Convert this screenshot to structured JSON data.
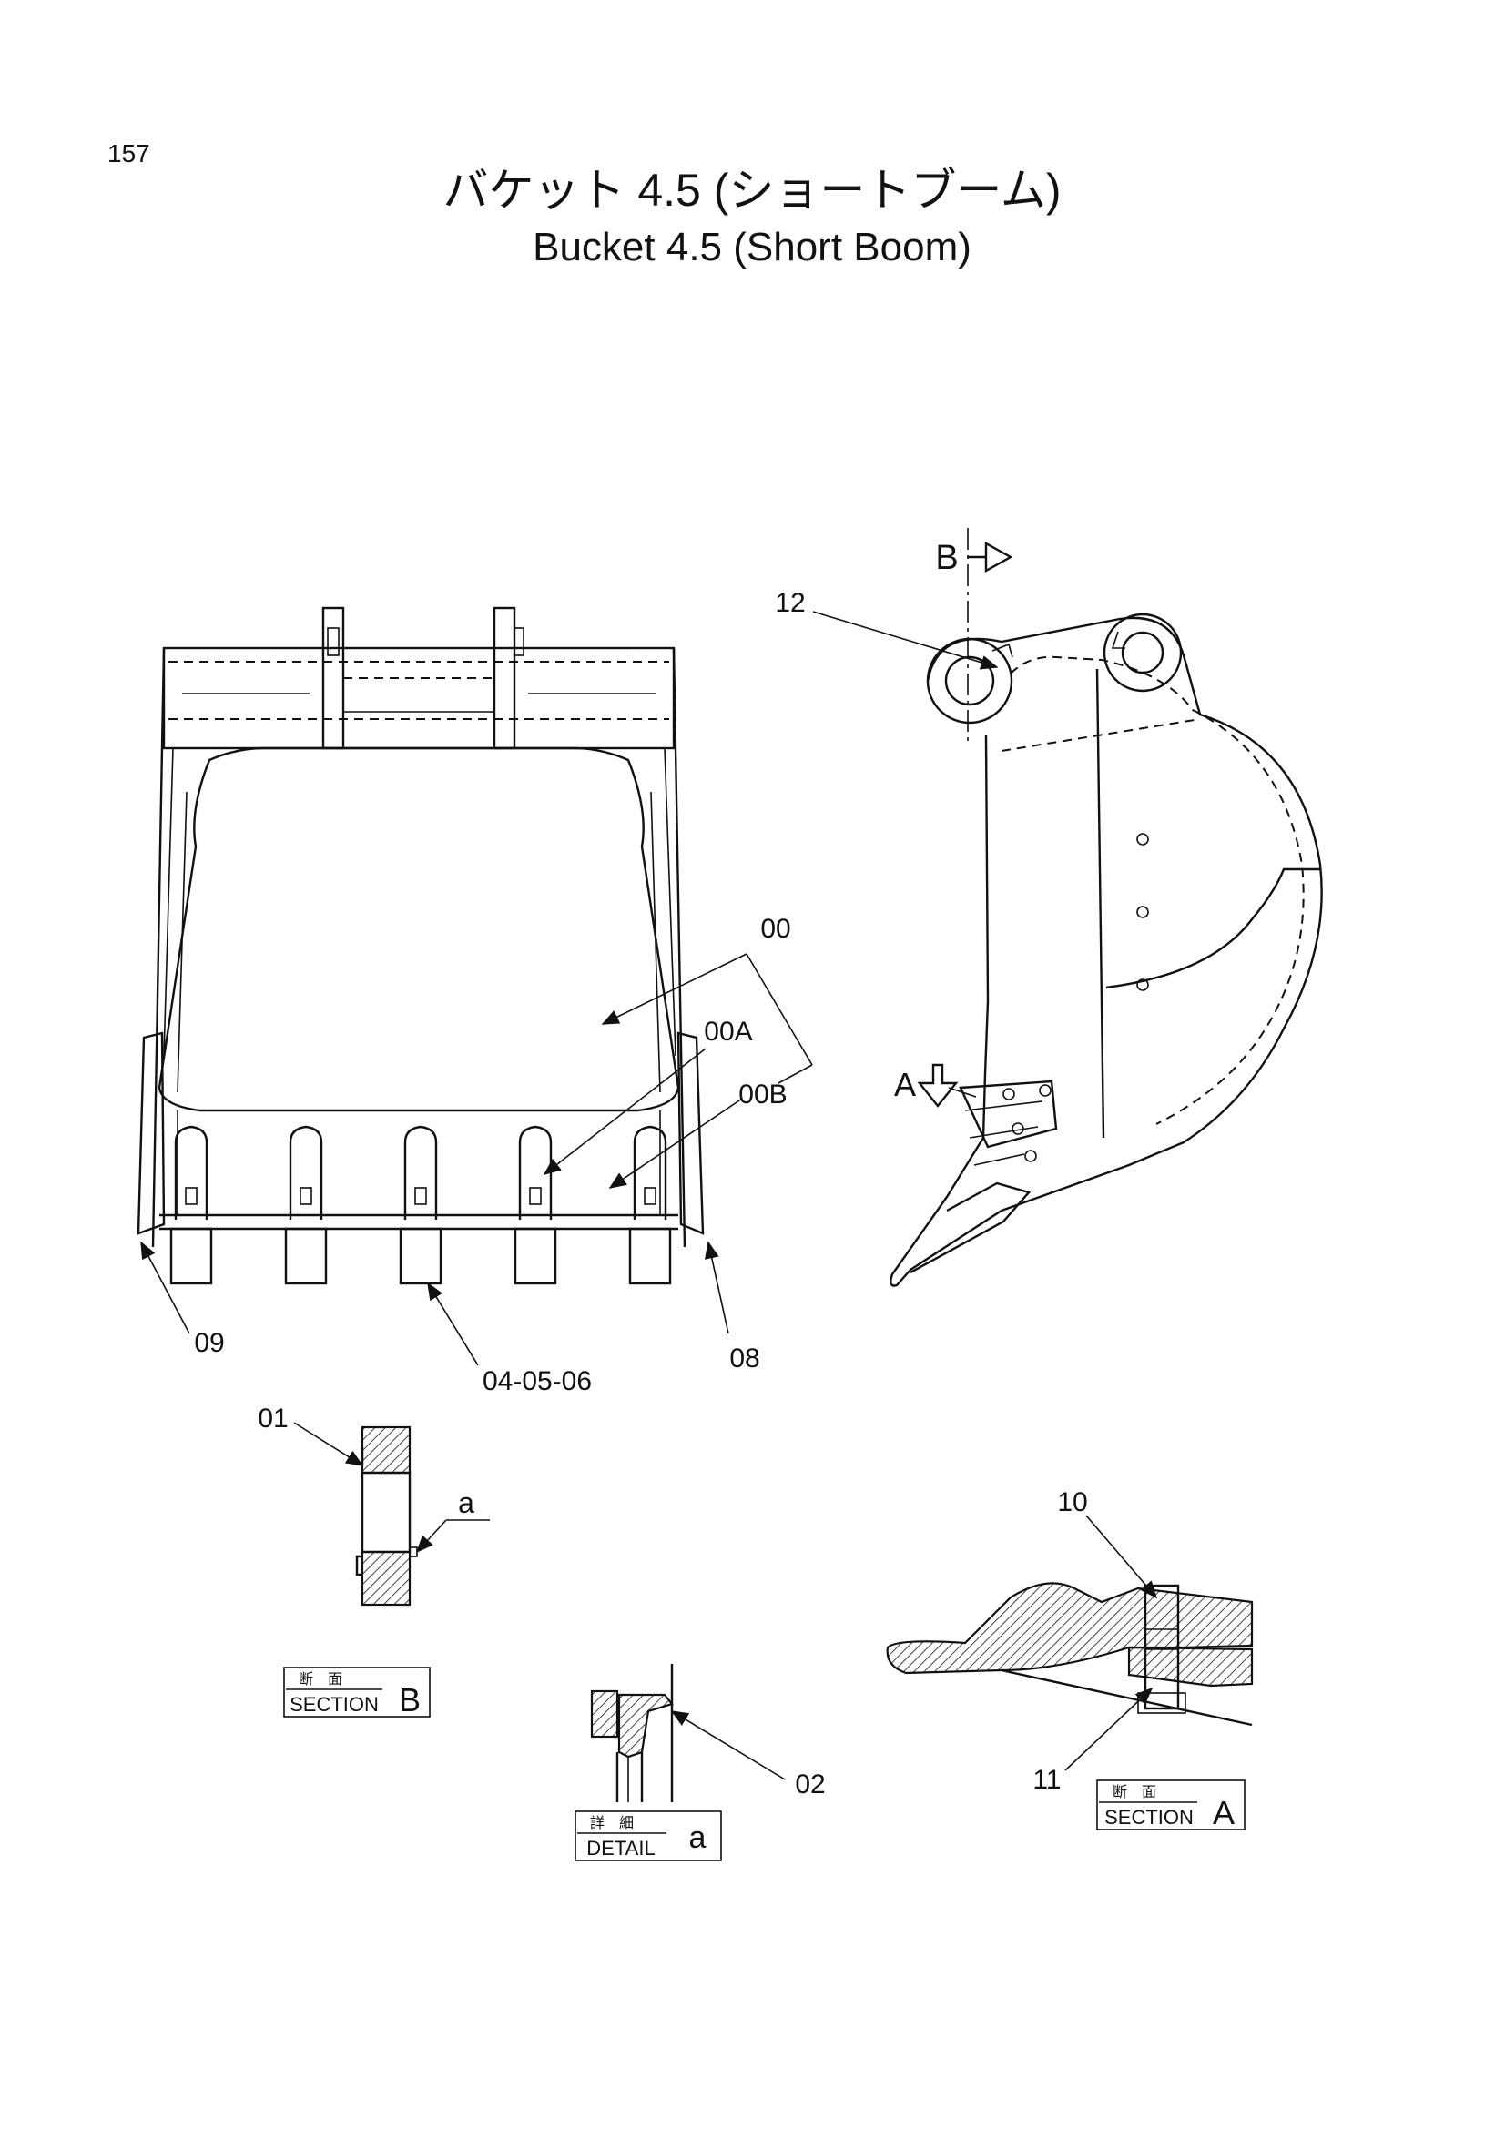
{
  "page_number": "157",
  "title": {
    "japanese": "バケット 4.5 (ショートブーム)",
    "english": "Bucket 4.5 (Short Boom)"
  },
  "callouts": {
    "c00": "00",
    "c00a": "00A",
    "c00b": "00B",
    "c01": "01",
    "c02": "02",
    "c08": "08",
    "c09": "09",
    "c10": "10",
    "c11": "11",
    "c12": "12",
    "c040506": "04-05-06",
    "ca": "a",
    "cA": "A",
    "cB": "B"
  },
  "labels": {
    "section_b": {
      "jp": "断　面",
      "en": "SECTION",
      "letter": "B"
    },
    "detail_a": {
      "jp": "詳　細",
      "en": "DETAIL",
      "letter": "a"
    },
    "section_a": {
      "jp": "断　面",
      "en": "SECTION",
      "letter": "A"
    }
  }
}
